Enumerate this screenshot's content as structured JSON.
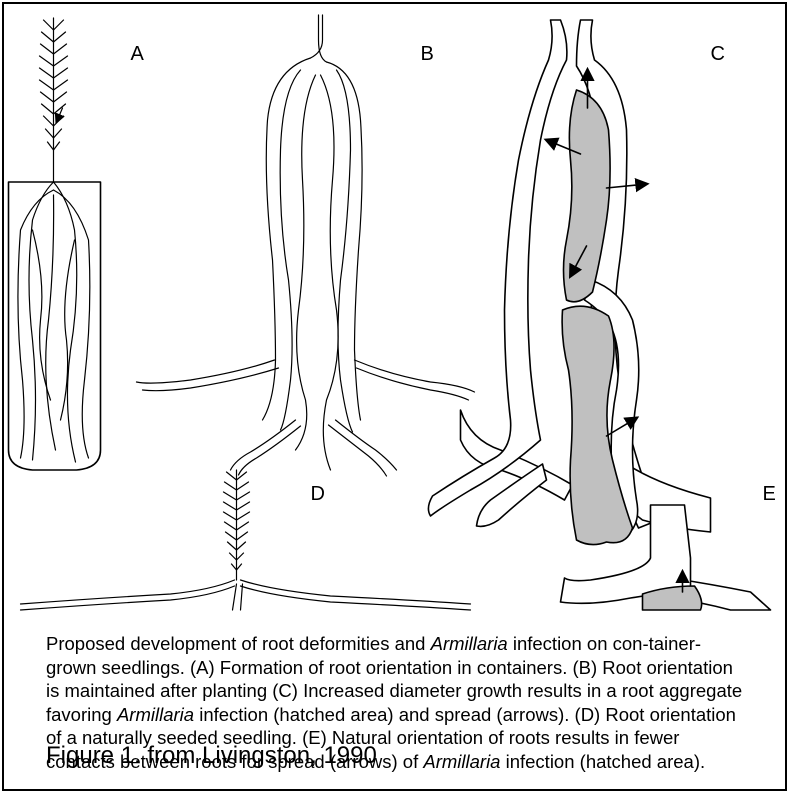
{
  "panels": {
    "a": "A",
    "b": "B",
    "c": "C",
    "d": "D",
    "e": "E"
  },
  "caption": {
    "s1": "Proposed development of root deformities and ",
    "s2": "Armillaria",
    "s3": " infection on con-tainer-grown seedlings. (A) Formation of root orientation in containers. (B) Root orientation is maintained after planting (C) Increased diameter growth results in a root aggregate favoring ",
    "s4": "Armillaria",
    "s5": " infection (hatched area) and spread (arrows). (D) Root orientation of a naturally seeded seedling. (E) Natural orientation of roots results in fewer contacts between roots for spread (arrows) of ",
    "s6": "Armillaria",
    "s7": " infection (hatched area)."
  },
  "credit": "Figure 1. from Livingston, 1990",
  "colors": {
    "infection_fill": "#c0c0c0",
    "line": "#000000",
    "background": "#ffffff"
  }
}
